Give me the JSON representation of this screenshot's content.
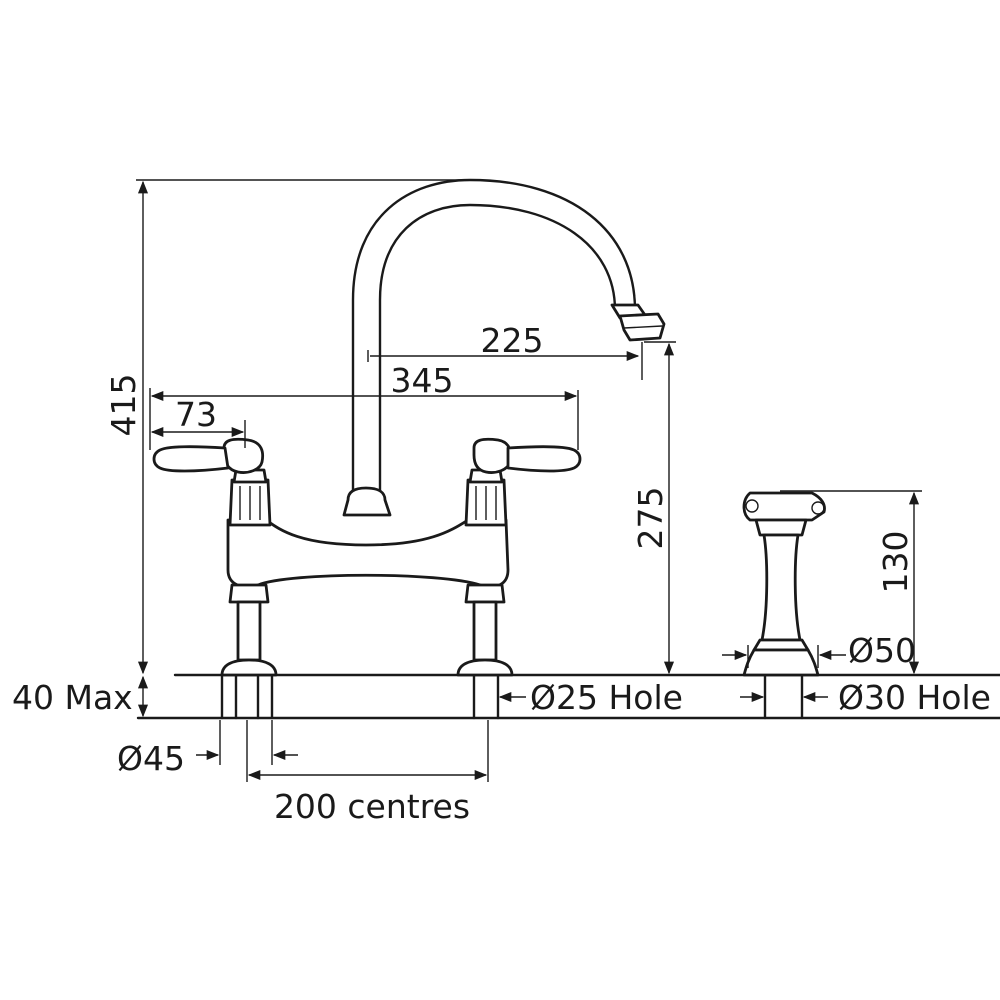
{
  "dimensions": {
    "total_height": "415",
    "spout_reach": "225",
    "handle_span": "345",
    "handle_length": "73",
    "spout_height": "275",
    "spray_height": "130",
    "spray_diameter": "Ø50",
    "deck_thickness": "40 Max",
    "tap_hole": "Ø25 Hole",
    "spray_hole": "Ø30 Hole",
    "base_diameter": "Ø45",
    "centres": "200 centres"
  },
  "colors": {
    "line": "#1a1a1a",
    "background": "#ffffff"
  }
}
